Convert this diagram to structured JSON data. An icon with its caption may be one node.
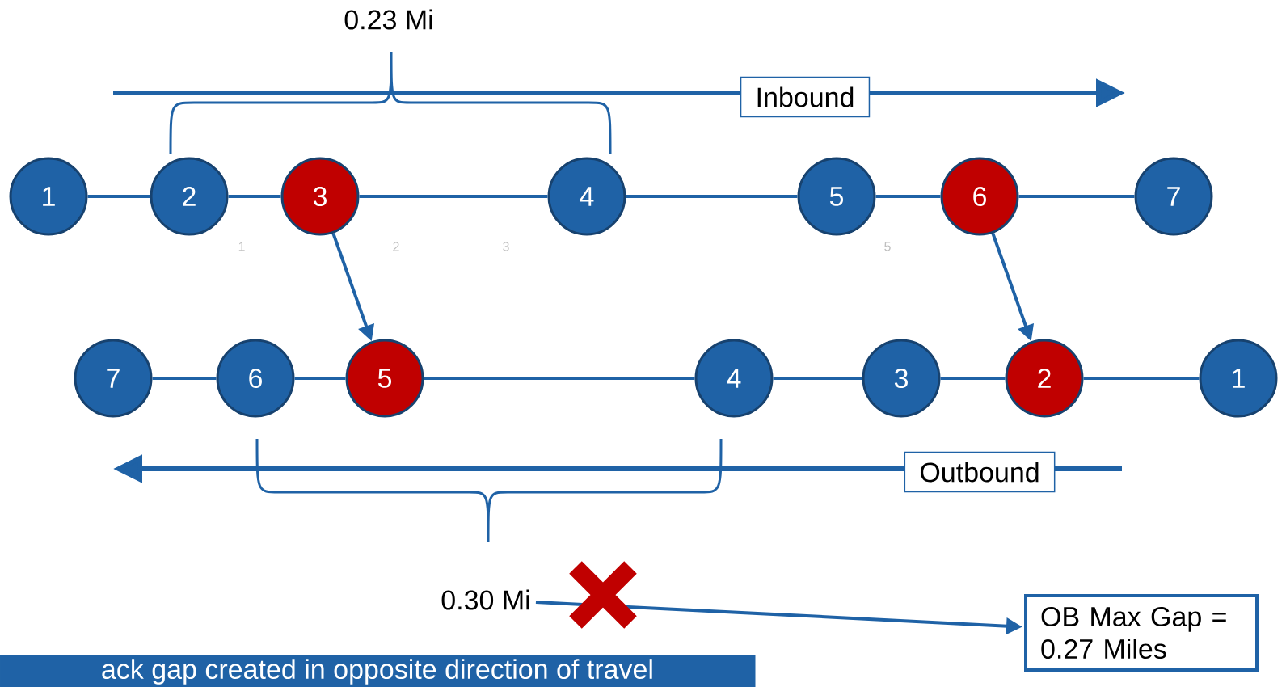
{
  "diagram": {
    "nodes": [
      {
        "text": [
          "1"
        ]
      },
      {
        "text": [
          "2"
        ]
      },
      {
        "text": [
          "3"
        ]
      },
      {
        "text": [
          "4"
        ]
      },
      {
        "text": [
          "5"
        ]
      },
      {
        "text": [
          "6"
        ]
      },
      {
        "text": [
          "7"
        ]
      },
      {
        "text": [
          "7"
        ]
      },
      {
        "text": [
          "6"
        ]
      },
      {
        "text": [
          "5"
        ]
      },
      {
        "text": [
          "4"
        ]
      },
      {
        "text": [
          "3"
        ]
      },
      {
        "text": [
          "2"
        ]
      },
      {
        "text": [
          "1"
        ]
      },
      {
        "text": [
          "Inbound"
        ]
      },
      {
        "text": [
          "Outbound"
        ]
      },
      {
        "text": [
          "0.30 Mi"
        ]
      },
      {
        "text": [
          "OB Max Gap = 0.27 Miles"
        ]
      },
      {
        "text": [
          "ack gap created in opposite direction of travel"
        ]
      }
    ],
    "edges": [
      {
        "from": 0,
        "to": 1,
        "arrow": "none"
      },
      {
        "from": 1,
        "to": 2,
        "arrow": "none"
      },
      {
        "from": 2,
        "to": 3,
        "arrow": "none"
      },
      {
        "from": 3,
        "to": 4,
        "arrow": "none"
      },
      {
        "from": 4,
        "to": 5,
        "arrow": "none"
      },
      {
        "from": 5,
        "to": 6,
        "arrow": "none"
      },
      {
        "from": 7,
        "to": 8,
        "arrow": "none"
      },
      {
        "from": 8,
        "to": 9,
        "arrow": "none"
      },
      {
        "from": 9,
        "to": 10,
        "arrow": "none"
      },
      {
        "from": 10,
        "to": 11,
        "arrow": "none"
      },
      {
        "from": 11,
        "to": 12,
        "arrow": "none"
      },
      {
        "from": 12,
        "to": 13,
        "arrow": "none"
      },
      {
        "from": 2,
        "to": 9,
        "arrow": "to"
      },
      {
        "from": 5,
        "to": 12,
        "arrow": "to"
      },
      {
        "from": 16,
        "to": 17,
        "arrow": "to"
      }
    ],
    "labels": [
      "0.23 Mi",
      "1",
      "2",
      "3",
      "5"
    ]
  }
}
